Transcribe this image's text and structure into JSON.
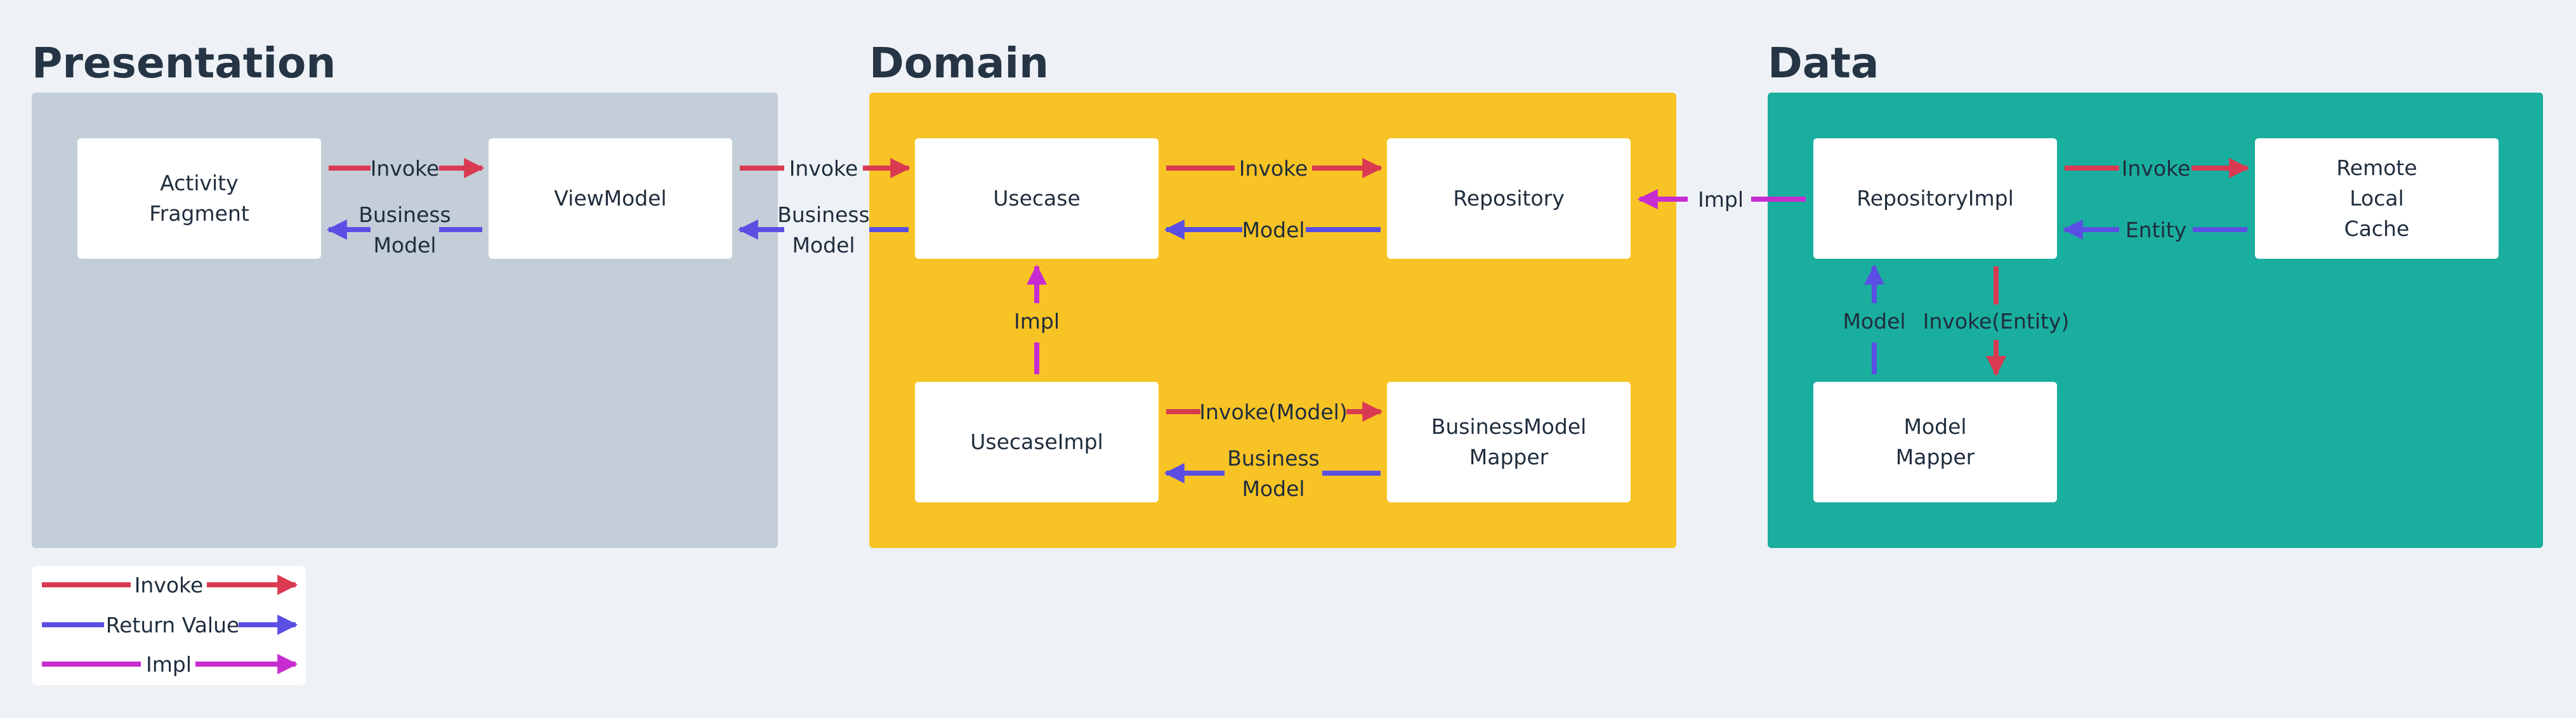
{
  "sections": {
    "presentation": "Presentation",
    "domain": "Domain",
    "data": "Data"
  },
  "nodes": {
    "activity_fragment": "Activity\nFragment",
    "viewmodel": "ViewModel",
    "usecase": "Usecase",
    "repository": "Repository",
    "usecase_impl": "UsecaseImpl",
    "business_model_mapper": "BusinessModel\nMapper",
    "repository_impl": "RepositoryImpl",
    "remote_local_cache": "Remote\nLocal\nCache",
    "model_mapper": "Model\nMapper"
  },
  "edges": {
    "af_vm_invoke": "Invoke",
    "vm_af_return": "Business",
    "vm_af_return_2": "Model",
    "vm_uc_invoke": "Invoke",
    "uc_vm_return": "Business",
    "uc_vm_return_2": "Model",
    "uc_repo_invoke": "Invoke",
    "repo_uc_return": "Model",
    "ucimpl_uc_impl": "Impl",
    "ucimpl_bmm_invoke": "Invoke(Model)",
    "bmm_ucimpl_return": "Business",
    "bmm_ucimpl_return_2": "Model",
    "repoimpl_repo_impl": "Impl",
    "repoimpl_rlc_invoke": "Invoke",
    "rlc_repoimpl_return": "Entity",
    "mm_repoimpl_return": "Model",
    "repoimpl_mm_invoke": "Invoke(Entity)"
  },
  "legend": {
    "invoke": "Invoke",
    "return_value": "Return Value",
    "impl": "Impl"
  },
  "colors": {
    "presentation_bg": "#c3ced8",
    "domain_bg": "#f7c325",
    "data_bg": "#1aae9f",
    "invoke": "#d93a52",
    "return": "#5b4fe3",
    "impl": "#c72cd0"
  }
}
